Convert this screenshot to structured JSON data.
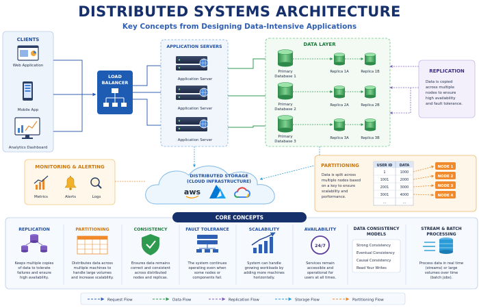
{
  "header": {
    "title": "DISTRIBUTED SYSTEMS ARCHITECTURE",
    "subtitle": "Key Concepts from Designing Data-Intensive Applications"
  },
  "clients": {
    "title": "CLIENTS",
    "items": [
      "Web Application",
      "Mobile App",
      "Analytics Dashboard"
    ]
  },
  "load_balancer": {
    "label_line1": "LOAD",
    "label_line2": "BALANCER"
  },
  "app_servers": {
    "title": "APPLICATION SERVERS",
    "items": [
      "Application Server",
      "Application Server",
      "Application Server"
    ]
  },
  "data_layer": {
    "title": "DATA LAYER",
    "rows": [
      {
        "primary": [
          "Primary",
          "Database 1"
        ],
        "replicas": [
          "Replica 1A",
          "Replica 1B"
        ]
      },
      {
        "primary": [
          "Primary",
          "Database 2"
        ],
        "replicas": [
          "Replica 2A",
          "Replica 2B"
        ]
      },
      {
        "primary": [
          "Primary",
          "Database 3"
        ],
        "replicas": [
          "Replica 3A",
          "Replica 3B"
        ]
      }
    ]
  },
  "replication_note": {
    "title": "REPLICATION",
    "lines": [
      "Data is copied",
      "across multiple",
      "nodes to ensure",
      "high availability",
      "and fault tolerance."
    ]
  },
  "monitoring": {
    "title": "MONITORING & ALERTING",
    "items": [
      "Metrics",
      "Alerts",
      "Logs"
    ]
  },
  "storage": {
    "title_line1": "DISTRIBUTED STORAGE",
    "title_line2": "(CLOUD INFRASTRUCTURE)",
    "providers": [
      "aws"
    ]
  },
  "partitioning": {
    "title": "PARTITIONING",
    "lines": [
      "Data is split across",
      "multiple nodes based",
      "on a key to ensure",
      "scalability and",
      "performance."
    ],
    "table_headers": [
      "USER ID",
      "DATA"
    ],
    "table_rows": [
      [
        "1",
        "1000"
      ],
      [
        "1001",
        "2000"
      ],
      [
        "2001",
        "3000"
      ],
      [
        "3001",
        "4000"
      ],
      [
        "...",
        "..."
      ]
    ],
    "nodes": [
      "NODE 1",
      "NODE 2",
      "NODE 3",
      "NODE 4"
    ]
  },
  "core": {
    "title": "CORE CONCEPTS",
    "concepts": [
      {
        "title": [
          "REPLICATION"
        ],
        "desc": [
          "Keeps multiple copies",
          "of data to tolerate",
          "failures and ensure",
          "high availability."
        ]
      },
      {
        "title": [
          "PARTITIONING"
        ],
        "desc": [
          "Distributes data across",
          "multiple machines to",
          "handle large volumes",
          "and increase scalability."
        ]
      },
      {
        "title": [
          "CONSISTENCY"
        ],
        "desc": [
          "Ensures data remains",
          "correct and consistent",
          "across distributed",
          "nodes and replicas."
        ]
      },
      {
        "title": [
          "FAULT TOLERANCE"
        ],
        "desc": [
          "The system continues",
          "operating even when",
          "some nodes or",
          "components fail."
        ]
      },
      {
        "title": [
          "SCALABILITY"
        ],
        "desc": [
          "System can handle",
          "growing workloads by",
          "adding more machines",
          "horizontally."
        ]
      },
      {
        "title": [
          "AVAILABILITY"
        ],
        "desc": [
          "Services remain",
          "accessible and",
          "operational for",
          "users at all times."
        ]
      },
      {
        "title": [
          "DATA CONSISTENCY",
          "MODELS"
        ],
        "list": [
          "Strong Consistency",
          "Eventual Consistency",
          "Causal Consistency",
          "Read Your Writes"
        ]
      },
      {
        "title": [
          "STREAM & BATCH",
          "PROCESSING"
        ],
        "desc": [
          "Process data in real time",
          "(streams) or large",
          "volumes over time",
          "(batch jobs)."
        ]
      }
    ]
  },
  "legend": {
    "items": [
      {
        "label": "Request Flow",
        "color": "#2f5fb3"
      },
      {
        "label": "Data Flow",
        "color": "#2e9a4f"
      },
      {
        "label": "Replication Flow",
        "color": "#7d5bbf"
      },
      {
        "label": "Storage Flow",
        "color": "#2a9bd6"
      },
      {
        "label": "Partitioning Flow",
        "color": "#e8892b"
      }
    ]
  },
  "colors": {
    "navy": "#16306b",
    "blue": "#2f5fb3",
    "green": "#2e9a4f",
    "purple": "#7d5bbf",
    "orange": "#e8892b",
    "teal": "#2a9bd6"
  }
}
